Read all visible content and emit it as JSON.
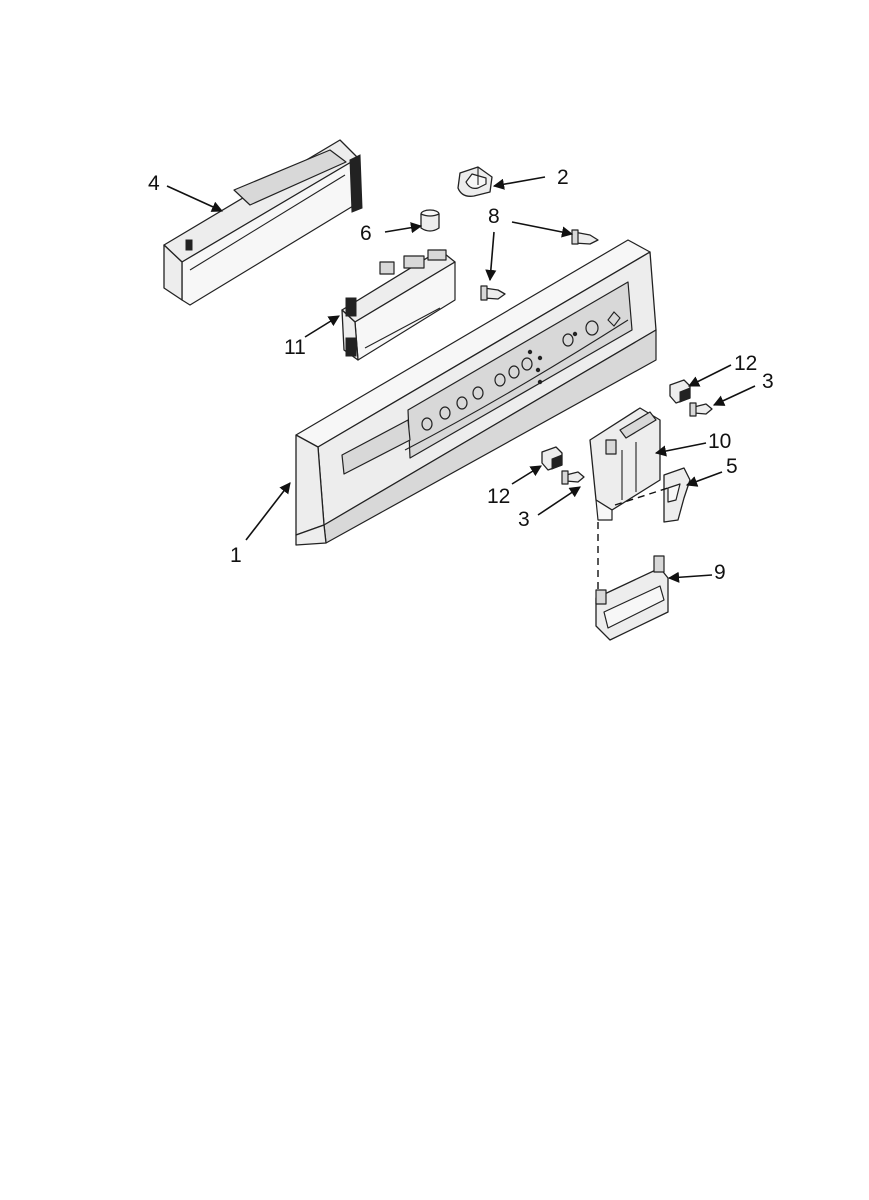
{
  "callouts": [
    {
      "id": "1",
      "text": "1"
    },
    {
      "id": "2",
      "text": "2"
    },
    {
      "id": "3a",
      "text": "3"
    },
    {
      "id": "3b",
      "text": "3"
    },
    {
      "id": "4",
      "text": "4"
    },
    {
      "id": "5",
      "text": "5"
    },
    {
      "id": "6",
      "text": "6"
    },
    {
      "id": "8",
      "text": "8"
    },
    {
      "id": "9",
      "text": "9"
    },
    {
      "id": "10",
      "text": "10"
    },
    {
      "id": "11",
      "text": "11"
    },
    {
      "id": "12a",
      "text": "12"
    },
    {
      "id": "12b",
      "text": "12"
    }
  ]
}
